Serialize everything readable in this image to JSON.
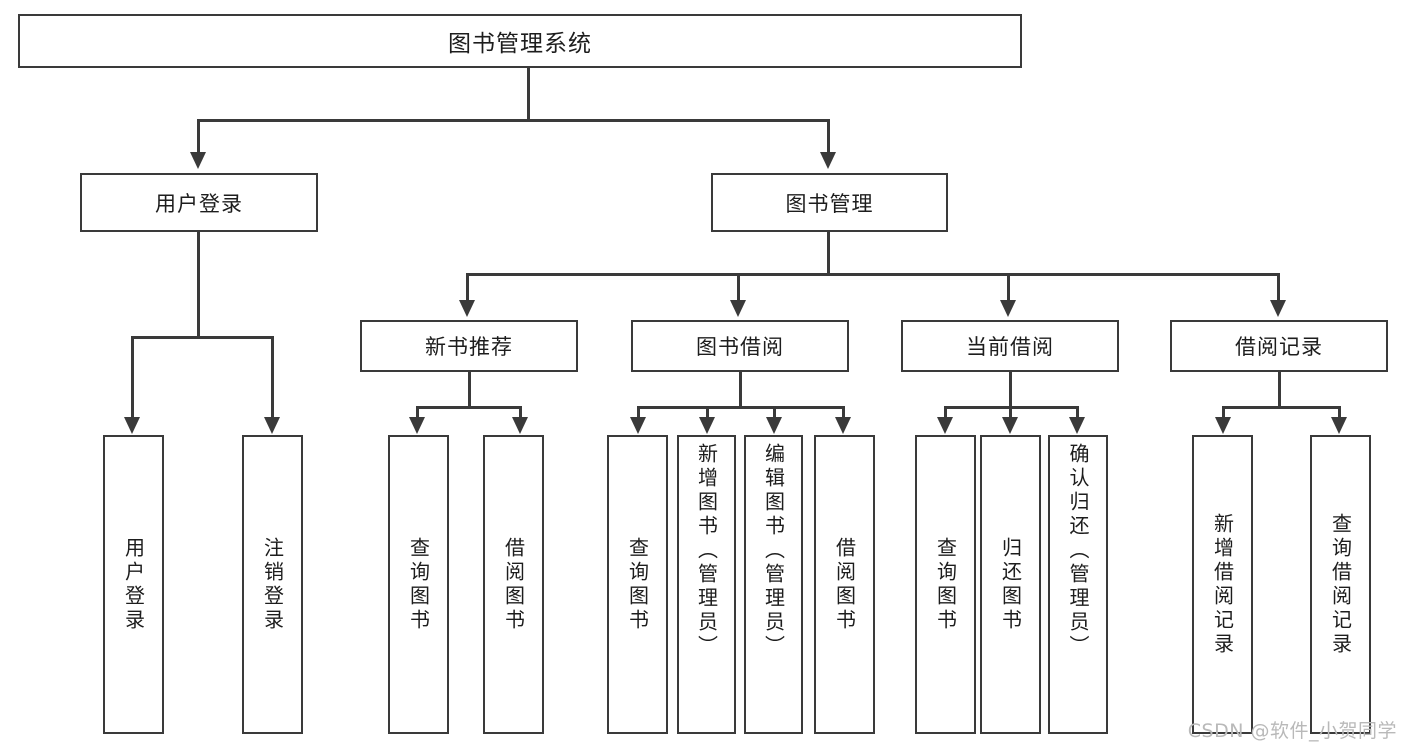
{
  "diagram": {
    "title": "图书管理系统",
    "type": "tree",
    "colors": {
      "stroke": "#3a3a3a",
      "fill": "#ffffff",
      "text": "#1d1d1d",
      "watermark": "#b9b9b9"
    },
    "root": {
      "label": "图书管理系统"
    },
    "level2": [
      {
        "label": "用户登录"
      },
      {
        "label": "图书管理"
      }
    ],
    "level3": [
      {
        "label": "新书推荐"
      },
      {
        "label": "图书借阅"
      },
      {
        "label": "当前借阅"
      },
      {
        "label": "借阅记录"
      }
    ],
    "leaves": [
      {
        "label": "用户登录",
        "parent": "用户登录"
      },
      {
        "label": "注销登录",
        "parent": "用户登录"
      },
      {
        "label": "查询图书",
        "parent": "新书推荐"
      },
      {
        "label": "借阅图书",
        "parent": "新书推荐"
      },
      {
        "label": "查询图书",
        "parent": "图书借阅"
      },
      {
        "label": "新增图书（管理员）",
        "parent": "图书借阅"
      },
      {
        "label": "编辑图书（管理员）",
        "parent": "图书借阅"
      },
      {
        "label": "借阅图书",
        "parent": "图书借阅"
      },
      {
        "label": "查询图书",
        "parent": "当前借阅"
      },
      {
        "label": "归还图书",
        "parent": "当前借阅"
      },
      {
        "label": "确认归还（管理员）",
        "parent": "当前借阅"
      },
      {
        "label": "新增借阅记录",
        "parent": "借阅记录"
      },
      {
        "label": "查询借阅记录",
        "parent": "借阅记录"
      }
    ]
  },
  "watermark": {
    "text": "CSDN @软件_小贺同学"
  }
}
